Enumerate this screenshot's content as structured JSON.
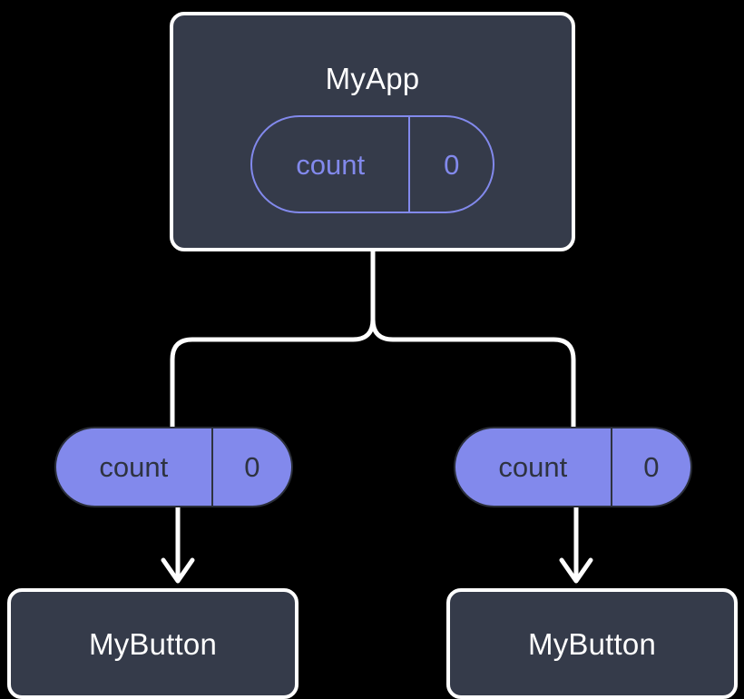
{
  "diagram": {
    "title": "MyApp state propagation tree",
    "background_color": "#000000",
    "colors": {
      "node_fill": "#353B4A",
      "node_border": "#FFFFFF",
      "node_text": "#FFFFFF",
      "state_accent": "#8289EC",
      "state_text_on_fill": "#2E3340",
      "edge": "#FFFFFF"
    }
  },
  "nodes": {
    "root": {
      "label": "MyApp",
      "state": {
        "key": "count",
        "value": "0"
      }
    },
    "left_leaf": {
      "label": "MyButton",
      "state": {
        "key": "count",
        "value": "0"
      }
    },
    "right_leaf": {
      "label": "MyButton",
      "state": {
        "key": "count",
        "value": "0"
      }
    }
  }
}
